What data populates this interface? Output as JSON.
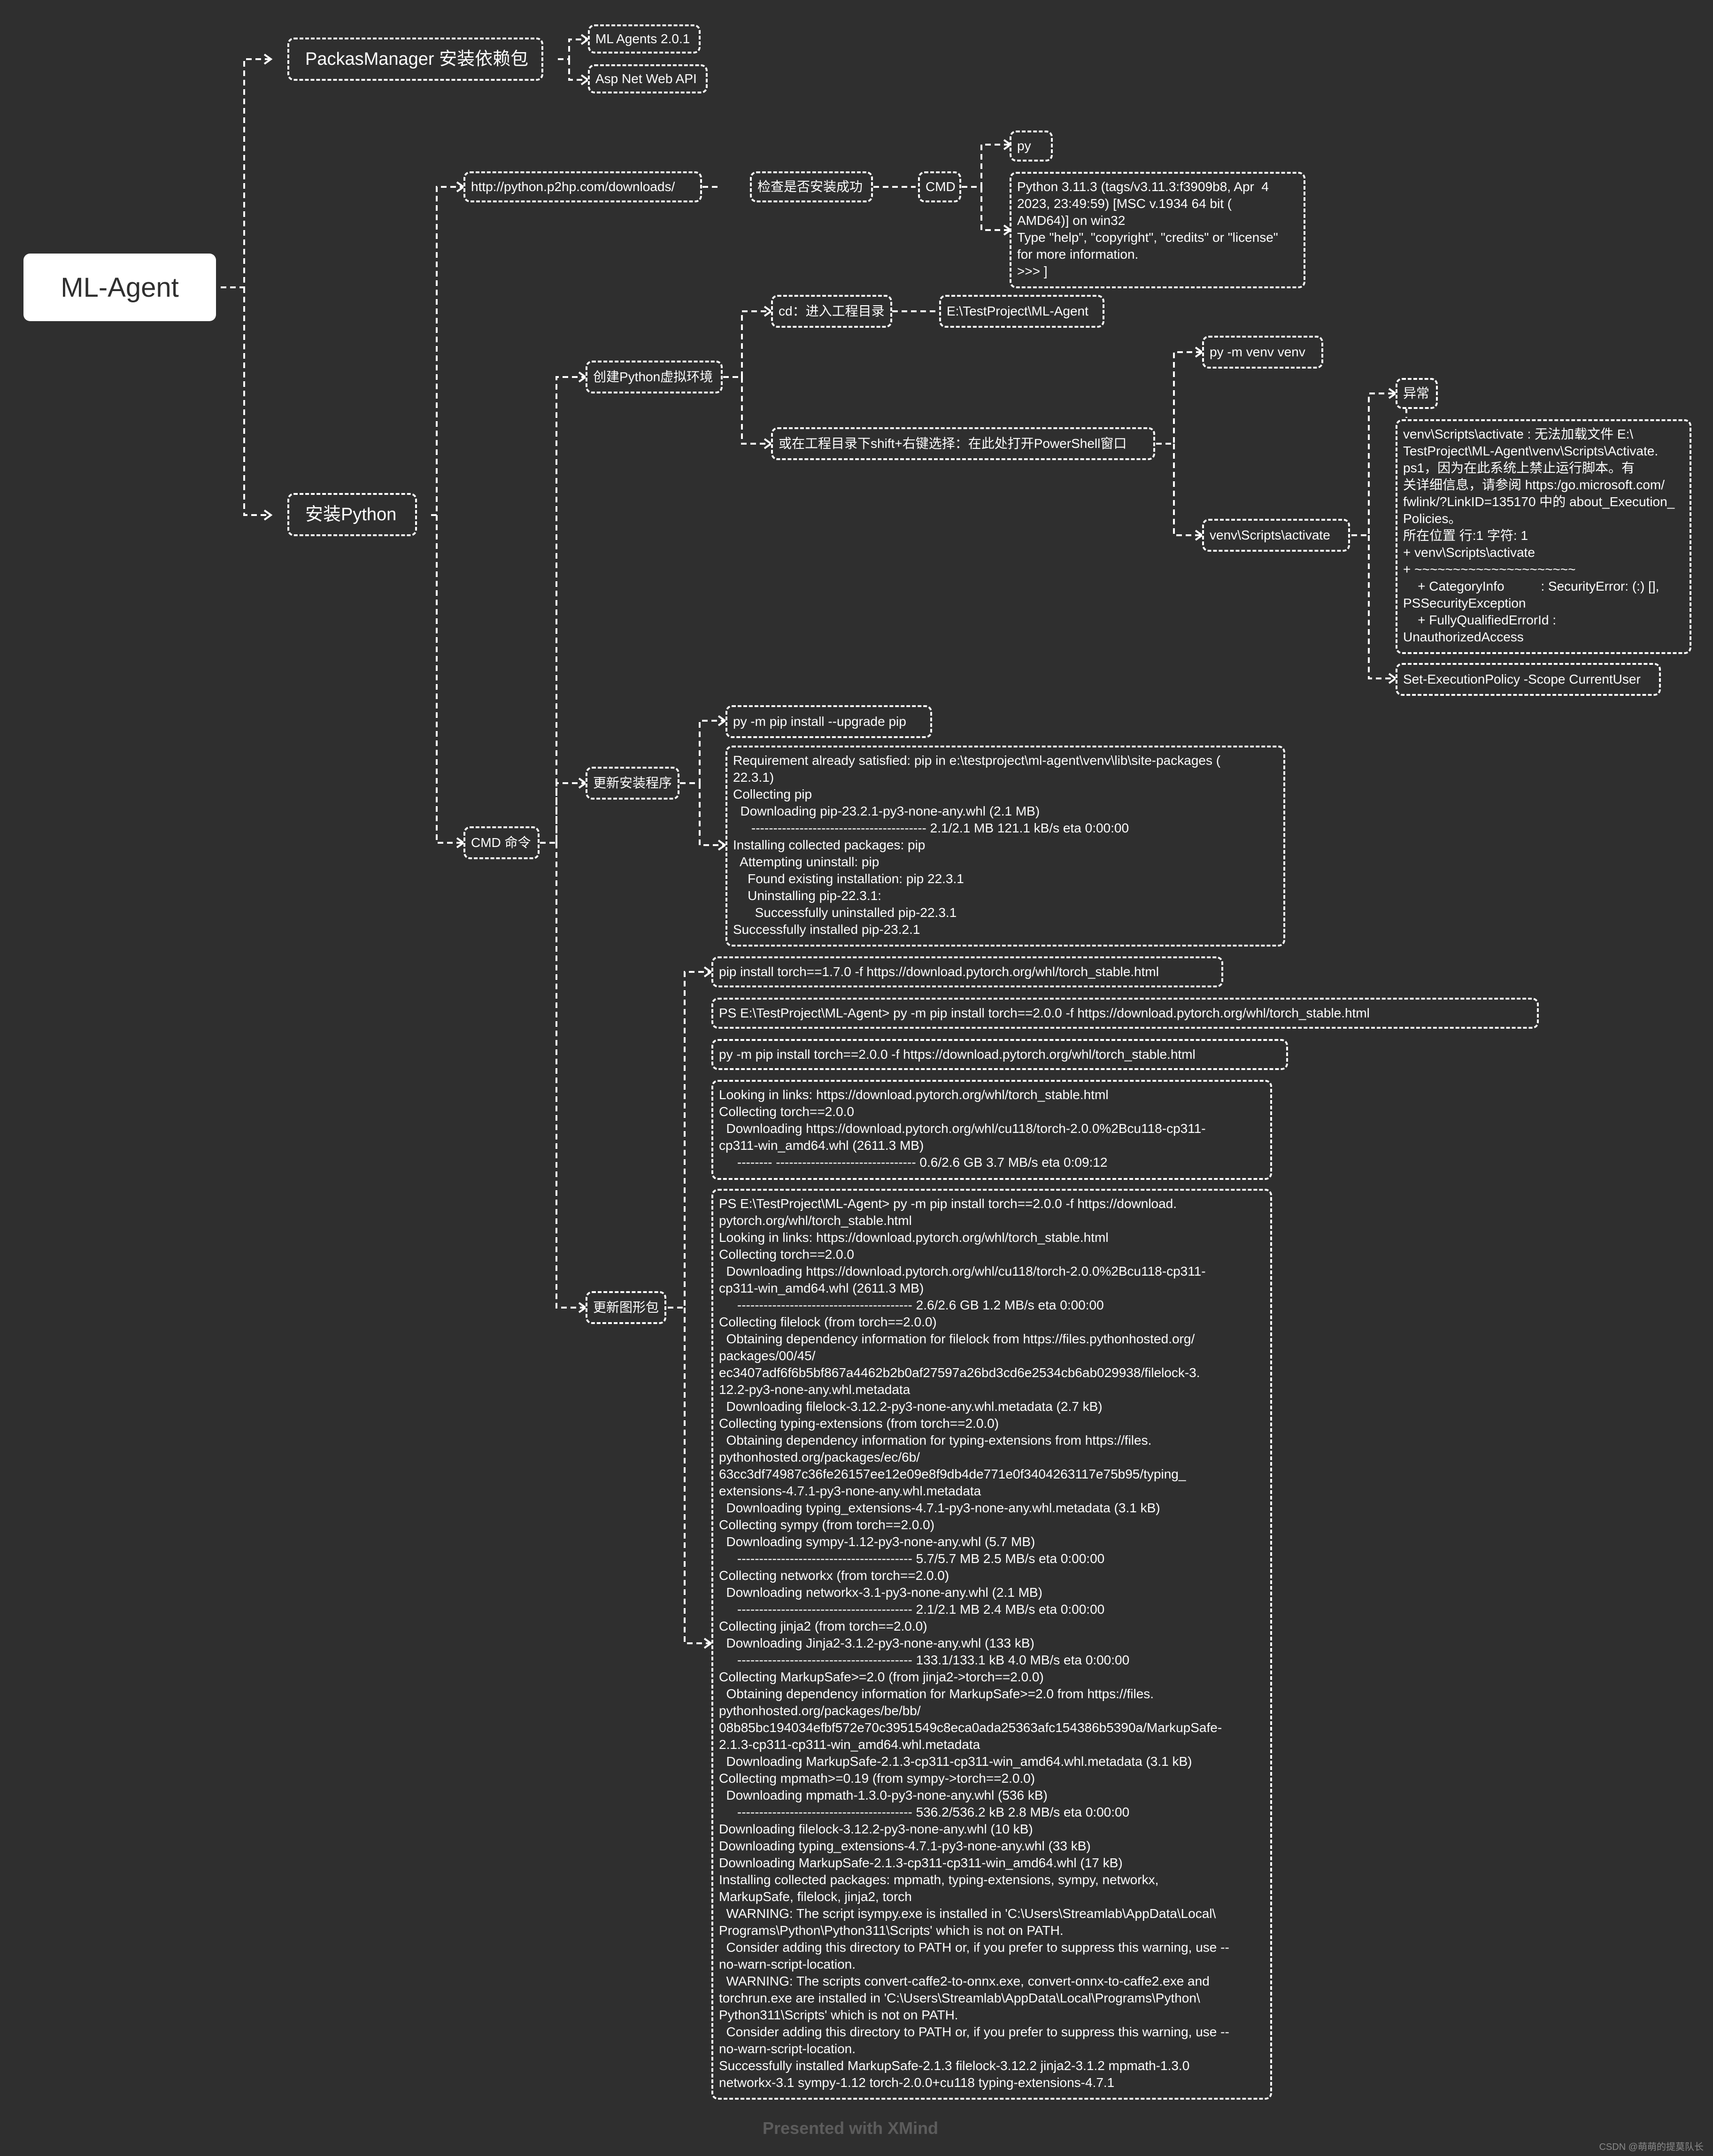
{
  "root": {
    "label": "ML-Agent"
  },
  "nodes": {
    "packages": "PackasManager 安装依赖包",
    "ml_agents": "ML Agents 2.0.1",
    "asp_net": "Asp Net Web API",
    "install_python": "安装Python",
    "python_url": "http://python.p2hp.com/downloads/",
    "check_install": "检查是否安装成功",
    "cmd": "CMD",
    "py": "py",
    "python_output": "Python 3.11.3 (tags/v3.11.3:f3909b8, Apr  4\n2023, 23:49:59) [MSC v.1934 64 bit (\nAMD64)] on win32\nType \"help\", \"copyright\", \"credits\" or \"license\"\nfor more information.\n>>> ]",
    "cmd_commands": "CMD 命令",
    "create_venv": "创建Python虚拟环境",
    "cd_project": "cd：进入工程目录",
    "project_path": "E:\\TestProject\\ML-Agent",
    "shift_right_click": "或在工程目录下shift+右键选择：在此处打开PowerShell窗口",
    "py_venv": "py -m venv venv",
    "venv_activate": "venv\\Scripts\\activate",
    "exception": "异常",
    "exception_text": "venv\\Scripts\\activate : 无法加载文件 E:\\\nTestProject\\ML-Agent\\venv\\Scripts\\Activate.\nps1，因为在此系统上禁止运行脚本。有\n关详细信息，请参阅 https:/go.microsoft.com/\nfwlink/?LinkID=135170 中的 about_Execution_\nPolicies。\n所在位置 行:1 字符: 1\n+ venv\\Scripts\\activate\n+ ~~~~~~~~~~~~~~~~~~~~~\n    + CategoryInfo          : SecurityError: (:) [],\nPSSecurityException\n    + FullyQualifiedErrorId :\nUnauthorizedAccess",
    "set_policy": "Set-ExecutionPolicy -Scope CurrentUser",
    "update_installer": "更新安装程序",
    "pip_upgrade": "py -m pip install --upgrade pip",
    "pip_upgrade_output": "Requirement already satisfied: pip in e:\\testproject\\ml-agent\\venv\\lib\\site-packages (\n22.3.1)\nCollecting pip\n  Downloading pip-23.2.1-py3-none-any.whl (2.1 MB)\n     ---------------------------------------- 2.1/2.1 MB 121.1 kB/s eta 0:00:00\nInstalling collected packages: pip\n  Attempting uninstall: pip\n    Found existing installation: pip 22.3.1\n    Uninstalling pip-22.3.1:\n      Successfully uninstalled pip-22.3.1\nSuccessfully installed pip-23.2.1",
    "update_graphics": "更新图形包",
    "torch_cmd1": "pip install torch==1.7.0 -f https://download.pytorch.org/whl/torch_stable.html",
    "torch_cmd2": "PS E:\\TestProject\\ML-Agent> py -m pip install torch==2.0.0 -f https://download.pytorch.org/whl/torch_stable.html",
    "torch_cmd3": "py -m pip install torch==2.0.0 -f https://download.pytorch.org/whl/torch_stable.html",
    "torch_output1": "Looking in links: https://download.pytorch.org/whl/torch_stable.html\nCollecting torch==2.0.0\n  Downloading https://download.pytorch.org/whl/cu118/torch-2.0.0%2Bcu118-cp311-\ncp311-win_amd64.whl (2611.3 MB)\n     -------- -------------------------------- 0.6/2.6 GB 3.7 MB/s eta 0:09:12",
    "torch_output2": "PS E:\\TestProject\\ML-Agent> py -m pip install torch==2.0.0 -f https://download.\npytorch.org/whl/torch_stable.html\nLooking in links: https://download.pytorch.org/whl/torch_stable.html\nCollecting torch==2.0.0\n  Downloading https://download.pytorch.org/whl/cu118/torch-2.0.0%2Bcu118-cp311-\ncp311-win_amd64.whl (2611.3 MB)\n     ---------------------------------------- 2.6/2.6 GB 1.2 MB/s eta 0:00:00\nCollecting filelock (from torch==2.0.0)\n  Obtaining dependency information for filelock from https://files.pythonhosted.org/\npackages/00/45/\nec3407adf6f6b5bf867a4462b2b0af27597a26bd3cd6e2534cb6ab029938/filelock-3.\n12.2-py3-none-any.whl.metadata\n  Downloading filelock-3.12.2-py3-none-any.whl.metadata (2.7 kB)\nCollecting typing-extensions (from torch==2.0.0)\n  Obtaining dependency information for typing-extensions from https://files.\npythonhosted.org/packages/ec/6b/\n63cc3df74987c36fe26157ee12e09e8f9db4de771e0f3404263117e75b95/typing_\nextensions-4.7.1-py3-none-any.whl.metadata\n  Downloading typing_extensions-4.7.1-py3-none-any.whl.metadata (3.1 kB)\nCollecting sympy (from torch==2.0.0)\n  Downloading sympy-1.12-py3-none-any.whl (5.7 MB)\n     ---------------------------------------- 5.7/5.7 MB 2.5 MB/s eta 0:00:00\nCollecting networkx (from torch==2.0.0)\n  Downloading networkx-3.1-py3-none-any.whl (2.1 MB)\n     ---------------------------------------- 2.1/2.1 MB 2.4 MB/s eta 0:00:00\nCollecting jinja2 (from torch==2.0.0)\n  Downloading Jinja2-3.1.2-py3-none-any.whl (133 kB)\n     ---------------------------------------- 133.1/133.1 kB 4.0 MB/s eta 0:00:00\nCollecting MarkupSafe>=2.0 (from jinja2->torch==2.0.0)\n  Obtaining dependency information for MarkupSafe>=2.0 from https://files.\npythonhosted.org/packages/be/bb/\n08b85bc194034efbf572e70c3951549c8eca0ada25363afc154386b5390a/MarkupSafe-\n2.1.3-cp311-cp311-win_amd64.whl.metadata\n  Downloading MarkupSafe-2.1.3-cp311-cp311-win_amd64.whl.metadata (3.1 kB)\nCollecting mpmath>=0.19 (from sympy->torch==2.0.0)\n  Downloading mpmath-1.3.0-py3-none-any.whl (536 kB)\n     ---------------------------------------- 536.2/536.2 kB 2.8 MB/s eta 0:00:00\nDownloading filelock-3.12.2-py3-none-any.whl (10 kB)\nDownloading typing_extensions-4.7.1-py3-none-any.whl (33 kB)\nDownloading MarkupSafe-2.1.3-cp311-cp311-win_amd64.whl (17 kB)\nInstalling collected packages: mpmath, typing-extensions, sympy, networkx,\nMarkupSafe, filelock, jinja2, torch\n  WARNING: The script isympy.exe is installed in 'C:\\Users\\Streamlab\\AppData\\Local\\\nPrograms\\Python\\Python311\\Scripts' which is not on PATH.\n  Consider adding this directory to PATH or, if you prefer to suppress this warning, use --\nno-warn-script-location.\n  WARNING: The scripts convert-caffe2-to-onnx.exe, convert-onnx-to-caffe2.exe and\ntorchrun.exe are installed in 'C:\\Users\\Streamlab\\AppData\\Local\\Programs\\Python\\\nPython311\\Scripts' which is not on PATH.\n  Consider adding this directory to PATH or, if you prefer to suppress this warning, use --\nno-warn-script-location.\nSuccessfully installed MarkupSafe-2.1.3 filelock-3.12.2 jinja2-3.1.2 mpmath-1.3.0\nnetworkx-3.1 sympy-1.12 torch-2.0.0+cu118 typing-extensions-4.7.1"
  },
  "footer": {
    "watermark": "Presented with XMind",
    "credit": "CSDN @萌萌的提莫队长"
  },
  "colors": {
    "background": "#2f2f2f",
    "line": "#ffffff",
    "root_fill": "#ffffff",
    "root_text": "#2f2f2f"
  }
}
